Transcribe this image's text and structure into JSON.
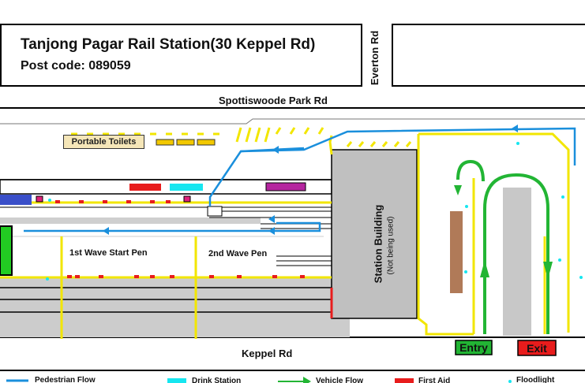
{
  "header": {
    "title": "Tanjong Pagar Rail Station(30 Keppel Rd)",
    "postcode": "Post code: 089059"
  },
  "roads": {
    "everton": "Everton Rd",
    "spottiswoode": "Spottiswoode Park Rd",
    "keppel": "Keppel Rd"
  },
  "areas": {
    "toilets": "Portable Toilets",
    "wave1": "1st Wave Start Pen",
    "wave2": "2nd Wave Pen",
    "station": "Station Building",
    "station_note": "(Not being used)"
  },
  "gates": {
    "entry": "Entry",
    "exit": "Exit"
  },
  "legend": {
    "pedestrian": "Pedestrian Flow",
    "drink": "Drink Station",
    "vehicle": "Vehicle Flow",
    "firstaid": "First Aid",
    "floodlight": "Floodlight"
  },
  "colors": {
    "pedestrian": "#1a8fdc",
    "vehicle": "#22b534",
    "barrier": "#f2e600",
    "drink": "#16e6f0",
    "firstaid": "#e81c1c",
    "building": "#c0c0c0",
    "track": "#cccccc",
    "brown": "#b07a58",
    "magenta": "#b5259f"
  }
}
